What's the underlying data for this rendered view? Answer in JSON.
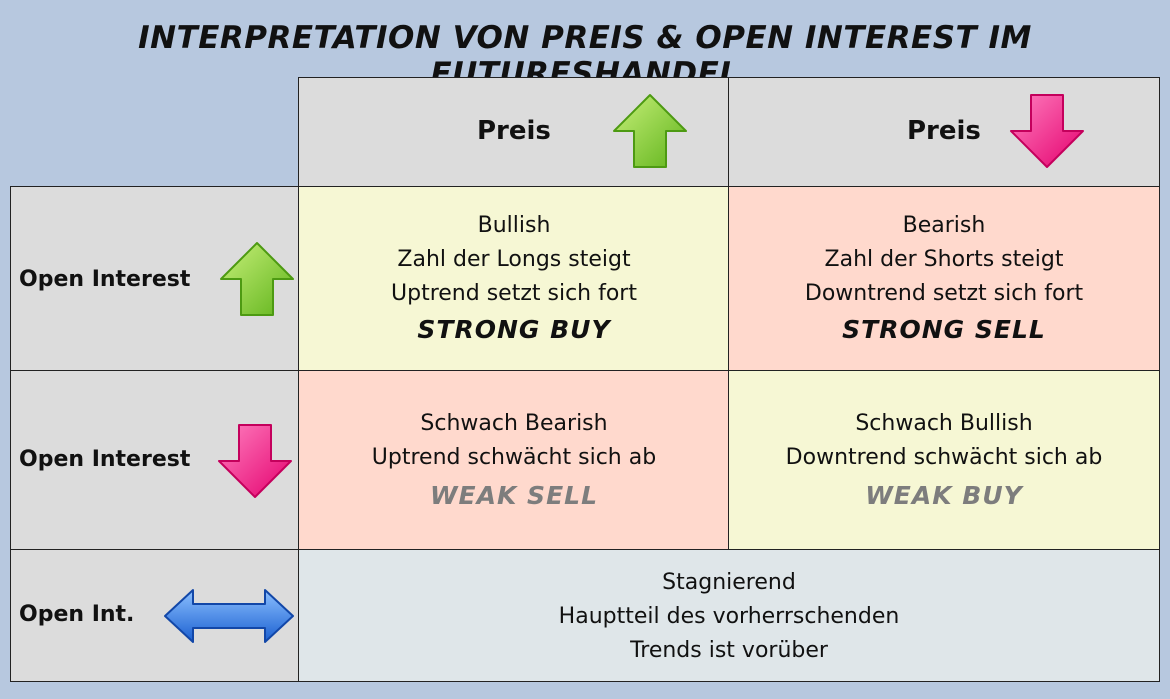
{
  "title": "Interpretation von Preis & Open Interest im Futureshandel",
  "columns": {
    "up": {
      "label": "Preis",
      "icon": "green-up-arrow-icon"
    },
    "down": {
      "label": "Preis",
      "icon": "pink-down-arrow-icon"
    }
  },
  "rows": {
    "oi_up": {
      "label": "Open Interest",
      "icon": "green-up-arrow-icon"
    },
    "oi_down": {
      "label": "Open Interest",
      "icon": "pink-down-arrow-icon"
    },
    "oi_flat": {
      "label": "Open Int.",
      "icon": "blue-double-arrow-icon"
    }
  },
  "cells": {
    "up_up": {
      "lines": [
        "Bullish",
        "Zahl der Longs steigt",
        "Uptrend setzt sich fort"
      ],
      "signal": "STRONG BUY"
    },
    "up_down": {
      "lines": [
        "Bearish",
        "Zahl der Shorts steigt",
        "Downtrend setzt sich fort"
      ],
      "signal": "STRONG SELL"
    },
    "down_up": {
      "lines": [
        "Schwach Bearish",
        "Uptrend schwächt sich ab"
      ],
      "signal": "WEAK SELL"
    },
    "down_down": {
      "lines": [
        "Schwach Bullish",
        "Downtrend schwächt sich ab"
      ],
      "signal": "WEAK BUY"
    },
    "flat": {
      "lines": [
        "Stagnierend",
        "Hauptteil des vorherrschenden",
        "Trends ist vorüber"
      ]
    }
  },
  "colors": {
    "background": "#b7c8df",
    "header_grey": "#dcdcdc",
    "bullish_yellow": "#f6f7d4",
    "bearish_pink": "#ffd9cd",
    "neutral_blue": "#dfe6e9",
    "arrow_green": "#8fd43a",
    "arrow_pink": "#ff1f8e",
    "arrow_blue": "#2f7fe6"
  }
}
